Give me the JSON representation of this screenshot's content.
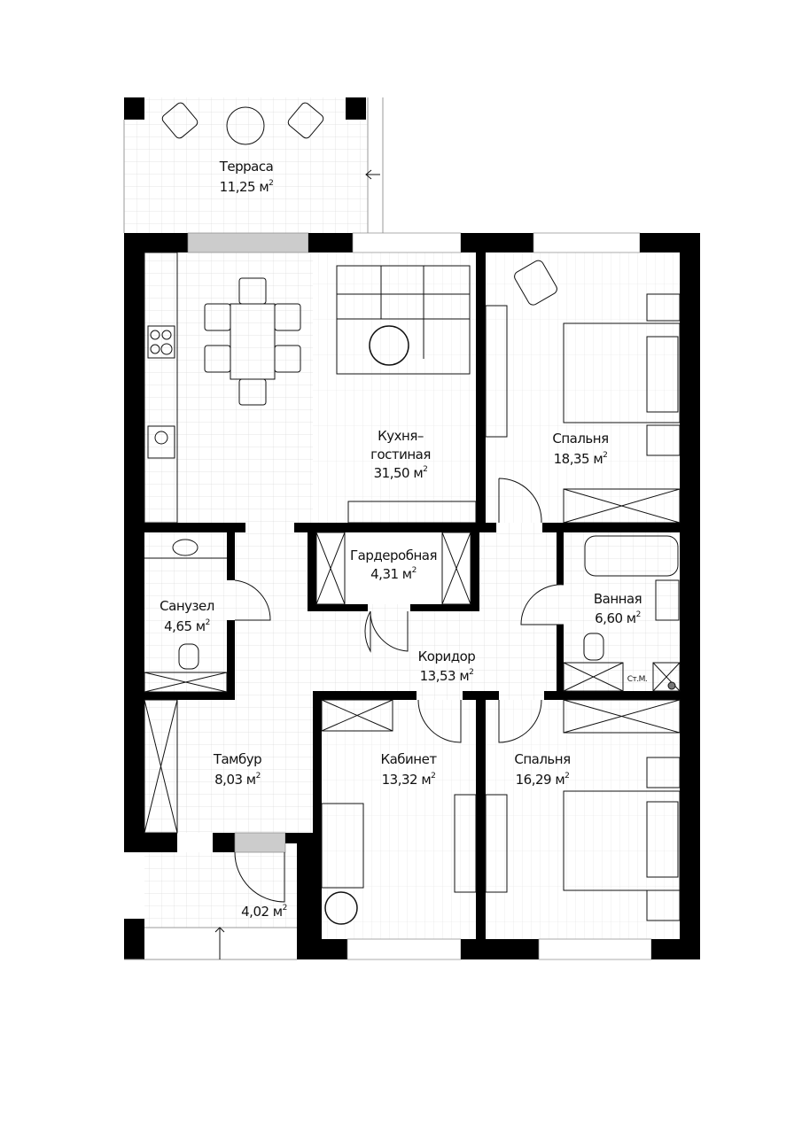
{
  "rooms": [
    {
      "name": "Терраса",
      "area": "11,25 м",
      "sup": "2"
    },
    {
      "name": "Кухня–",
      "name2": "гостиная",
      "area": "31,50 м",
      "sup": "2"
    },
    {
      "name": "Спальня",
      "area": "18,35 м",
      "sup": "2"
    },
    {
      "name": "Гардеробная",
      "area": "4,31 м",
      "sup": "2"
    },
    {
      "name": "Санузел",
      "area": "4,65 м",
      "sup": "2"
    },
    {
      "name": "Ванная",
      "area": "6,60 м",
      "sup": "2"
    },
    {
      "name": "Коридор",
      "area": "13,53 м",
      "sup": "2"
    },
    {
      "name": "Тамбур",
      "area": "8,03 м",
      "sup": "2"
    },
    {
      "name": "Кабинет",
      "area": "13,32 м",
      "sup": "2"
    },
    {
      "name": "Спальня",
      "area": "16,29 м",
      "sup": "2"
    },
    {
      "name": "",
      "area": "4,02 м",
      "sup": "2"
    }
  ],
  "labels": {
    "washing_machine": "Ст.М."
  },
  "colors": {
    "wall": "#000000",
    "window": "#cccccc",
    "grid": "#dddddd"
  }
}
